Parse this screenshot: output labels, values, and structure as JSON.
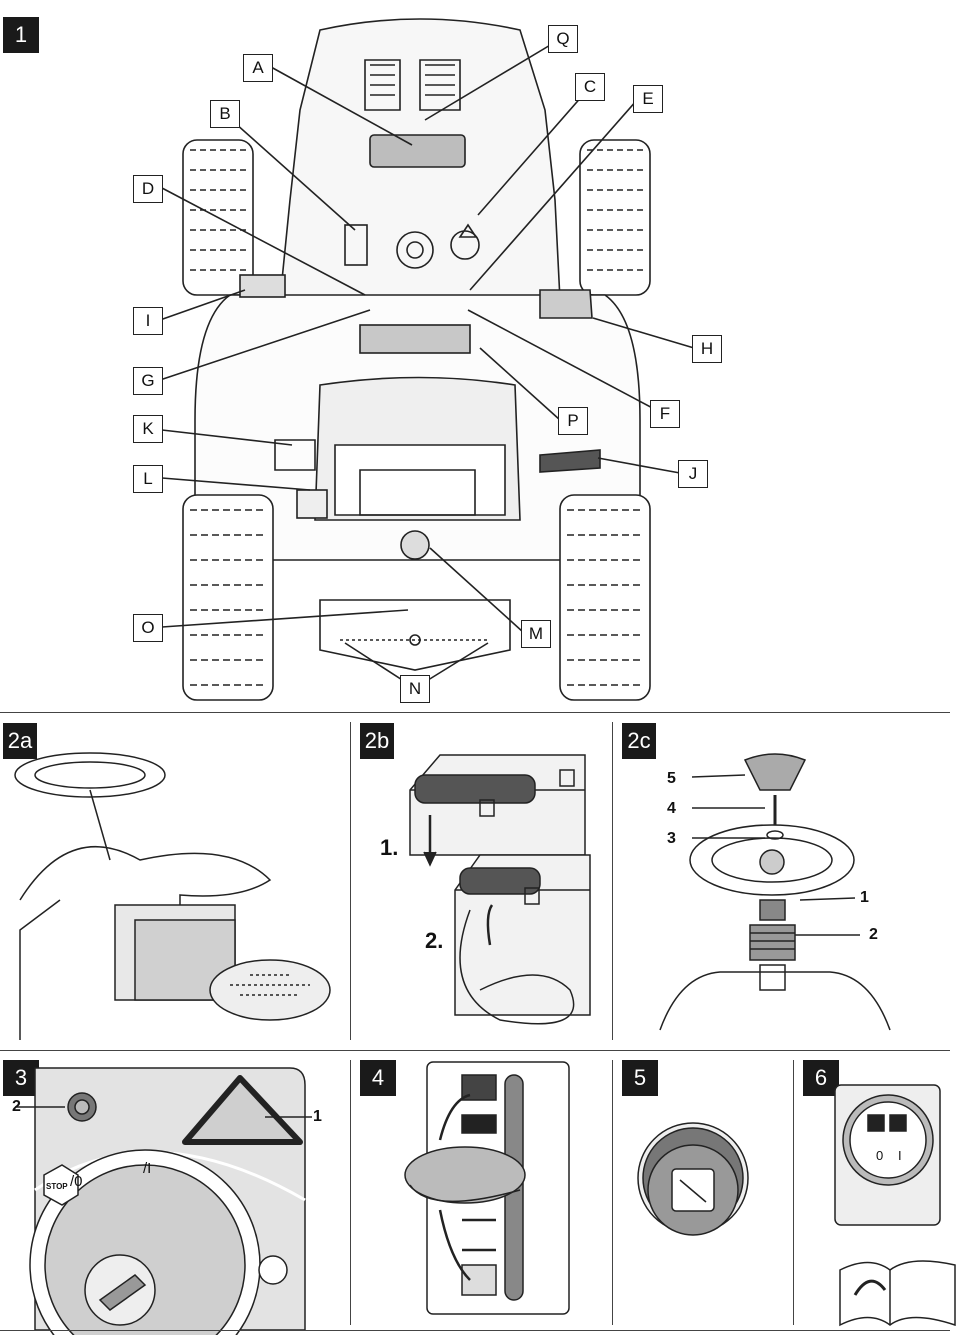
{
  "figures": {
    "fig1": "1",
    "fig2a": "2a",
    "fig2b": "2b",
    "fig2c": "2c",
    "fig3": "3",
    "fig4": "4",
    "fig5": "5",
    "fig6": "6"
  },
  "fig1_labels": {
    "A": "A",
    "B": "B",
    "C": "C",
    "D": "D",
    "E": "E",
    "F": "F",
    "G": "G",
    "H": "H",
    "I": "I",
    "J": "J",
    "K": "K",
    "L": "L",
    "M": "M",
    "N": "N",
    "O": "O",
    "P": "P",
    "Q": "Q"
  },
  "fig2b_steps": {
    "step1": "1.",
    "step2": "2."
  },
  "fig2c_parts": {
    "p1": "1",
    "p2": "2",
    "p3": "3",
    "p4": "4",
    "p5": "5"
  },
  "fig3_parts": {
    "p1": "1",
    "p2": "2",
    "stop": "STOP",
    "stop_o": "/0",
    "toggle_i": "/I"
  },
  "fig6_switch": {
    "off": "0",
    "on": "I"
  },
  "colors": {
    "ink": "#1a1a1a",
    "panel_gray": "#d9d9d9",
    "dark_gray": "#555555"
  }
}
